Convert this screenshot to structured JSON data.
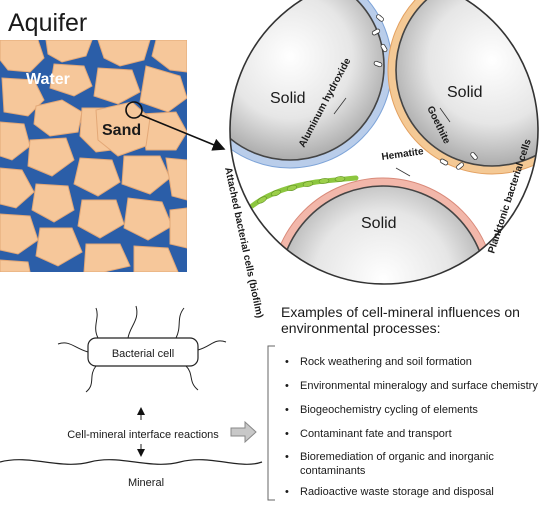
{
  "title": "Aquifer",
  "panel_labels": {
    "water": "Water",
    "sand": "Sand"
  },
  "circle_labels": {
    "solid_top_left": "Solid",
    "solid_top_right": "Solid",
    "solid_bottom": "Solid",
    "aluminum_hydroxide": "Aluminum hydroxide",
    "goethite": "Goethite",
    "hematite": "Hematite",
    "planktonic": "Planktonic bacterial cells",
    "attached": "Attached bacterial cells (biofilm)"
  },
  "lower_diagram": {
    "cell_label": "Bacterial cell",
    "interface_label": "Cell-mineral interface reactions",
    "mineral_label": "Mineral"
  },
  "examples": {
    "heading_line1": "Examples of cell-mineral influences on",
    "heading_line2": "environmental processes:",
    "bullet": "•",
    "items": [
      {
        "line1": "Rock weathering and soil formation",
        "line2": ""
      },
      {
        "line1": "Environmental mineralogy and surface chemistry",
        "line2": ""
      },
      {
        "line1": "Biogeochemistry cycling of elements",
        "line2": ""
      },
      {
        "line1": "Contaminant fate and transport",
        "line2": ""
      },
      {
        "line1": "Bioremediation of organic and inorganic",
        "line2": "contaminants"
      },
      {
        "line1": "Radioactive waste storage and disposal",
        "line2": ""
      }
    ]
  },
  "colors": {
    "water": "#2b5ea8",
    "sand": "#f6c79a",
    "sand_edge": "#e3a877",
    "aluminum_band": "#b9cdea",
    "goethite_band": "#f4c995",
    "hematite_band": "#f2b7aa",
    "biofilm": "#8cc63f",
    "solid_fill": "#b5b5b5"
  }
}
